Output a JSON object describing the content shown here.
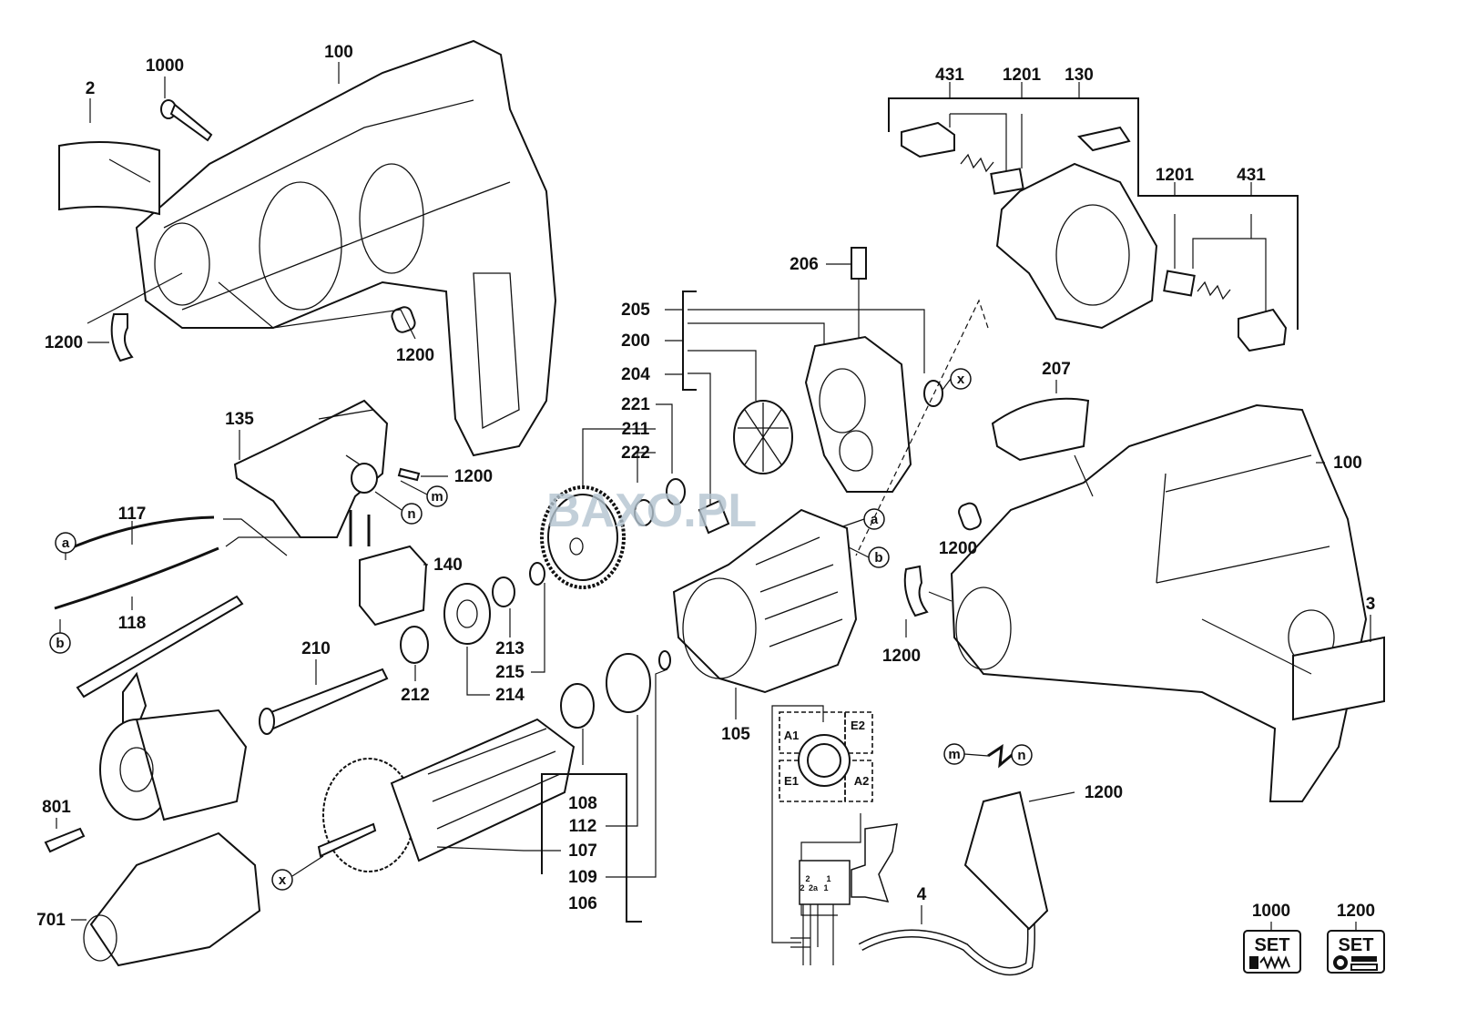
{
  "watermark": "BAXO.PL",
  "labels": {
    "housing_left": "100",
    "label_plate": "2",
    "screw_top": "1000",
    "brush_left": "431",
    "spring_left": "1201",
    "brush_holder": "130",
    "spring_right": "1201",
    "brush_right": "431",
    "part_206": "206",
    "part_205": "205",
    "part_200": "200",
    "part_204": "204",
    "part_221": "221",
    "part_211": "211",
    "part_222": "222",
    "set_1200_a": "1200",
    "set_1200_b": "1200",
    "switch": "135",
    "set_1200_c": "1200",
    "lead_117": "117",
    "lead_118": "118",
    "capacitor": "140",
    "spindle": "210",
    "bearing_212": "212",
    "bearing_213": "213",
    "bearing_214": "214",
    "ring_215": "215",
    "stator": "105",
    "cover_207": "207",
    "housing_right": "100",
    "label_3": "3",
    "set_1200_d": "1200",
    "set_1200_e": "1200",
    "set_1200_f": "1200",
    "screw_801": "801",
    "chuck_701": "701",
    "part_108": "108",
    "part_112": "112",
    "part_107": "107",
    "part_109": "109",
    "part_106": "106",
    "cable": "4",
    "set_1000_box": "1000",
    "set_1200_box": "1200"
  },
  "connectors": {
    "a1": "a",
    "b1": "b",
    "m1": "m",
    "n1": "n",
    "x1": "x",
    "a2": "a",
    "b2": "b",
    "x2": "x",
    "m2": "m",
    "n2": "n"
  },
  "wiring": {
    "A1": "A1",
    "E2": "E2",
    "E1": "E1",
    "A2": "A2",
    "t2_top": "2",
    "t2": "2",
    "t2a": "2a",
    "t1_top": "1",
    "t1": "1"
  },
  "set_box": {
    "label": "SET"
  }
}
